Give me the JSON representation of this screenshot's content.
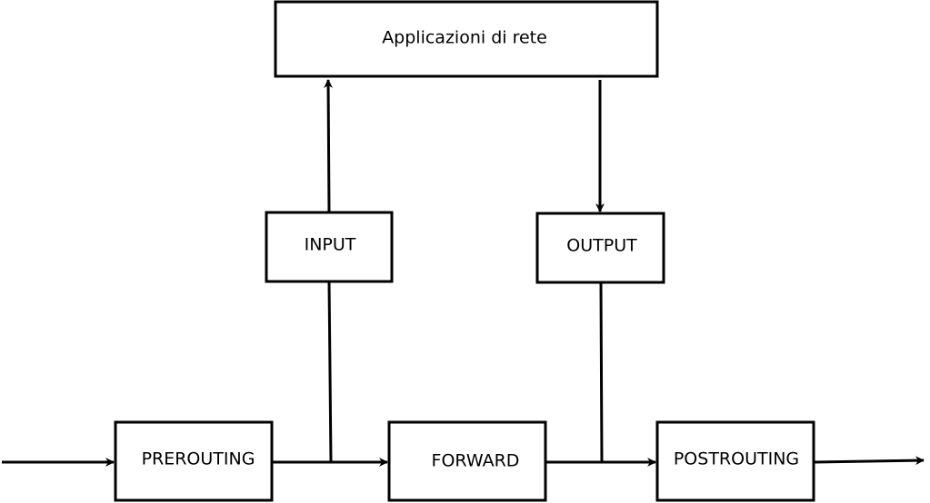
{
  "diagram": {
    "type": "flowchart",
    "nodes": {
      "apps": "Applicazioni di rete",
      "input": "INPUT",
      "output": "OUTPUT",
      "prerouting": "PREROUTING",
      "forward": "FORWARD",
      "postrouting": "POSTROUTING"
    },
    "edges": [
      {
        "from": "",
        "to": "PREROUTING"
      },
      {
        "from": "PREROUTING",
        "to": "FORWARD"
      },
      {
        "from": "PREROUTING",
        "to": "INPUT"
      },
      {
        "from": "INPUT",
        "to": "Applicazioni di rete"
      },
      {
        "from": "Applicazioni di rete",
        "to": "OUTPUT"
      },
      {
        "from": "OUTPUT",
        "to": "POSTROUTING"
      },
      {
        "from": "FORWARD",
        "to": "POSTROUTING"
      },
      {
        "from": "POSTROUTING",
        "to": ""
      }
    ],
    "colors": {
      "stroke": "#000000",
      "fill": "#ffffff",
      "text": "#000000"
    }
  }
}
